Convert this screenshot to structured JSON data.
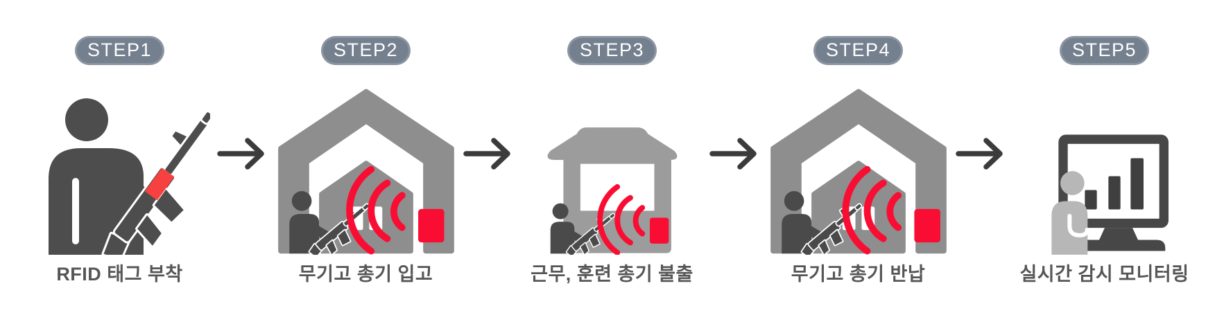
{
  "diagram": {
    "step_count": 5,
    "flow_direction": "left-to-right"
  },
  "steps": [
    {
      "badge": "STEP1",
      "label": "RFID 태그 부착",
      "icon": "soldier-with-tagged-rifle"
    },
    {
      "badge": "STEP2",
      "label": "무기고 총기 입고",
      "icon": "armory-rfid-scan"
    },
    {
      "badge": "STEP3",
      "label": "근무, 훈련 총기 불출",
      "icon": "guard-post-rfid-scan"
    },
    {
      "badge": "STEP4",
      "label": "무기고 총기 반납",
      "icon": "armory-rfid-scan"
    },
    {
      "badge": "STEP5",
      "label": "실시간 감시 모니터링",
      "icon": "realtime-monitoring-screen"
    }
  ],
  "colors": {
    "background": "#FFFFFF",
    "badge_bg": "#75808F",
    "badge_text": "#FFFFFF",
    "person_dark": "#4A4A4A",
    "building_gray": "#8E8E8E",
    "kiosk_gray": "#9C9C9C",
    "person_light": "#B7B7B7",
    "rfid_signal_red": "#F90D33",
    "rfid_tag_red": "#F74040",
    "label_text": "#565656",
    "arrow": "#3B3B3B"
  }
}
